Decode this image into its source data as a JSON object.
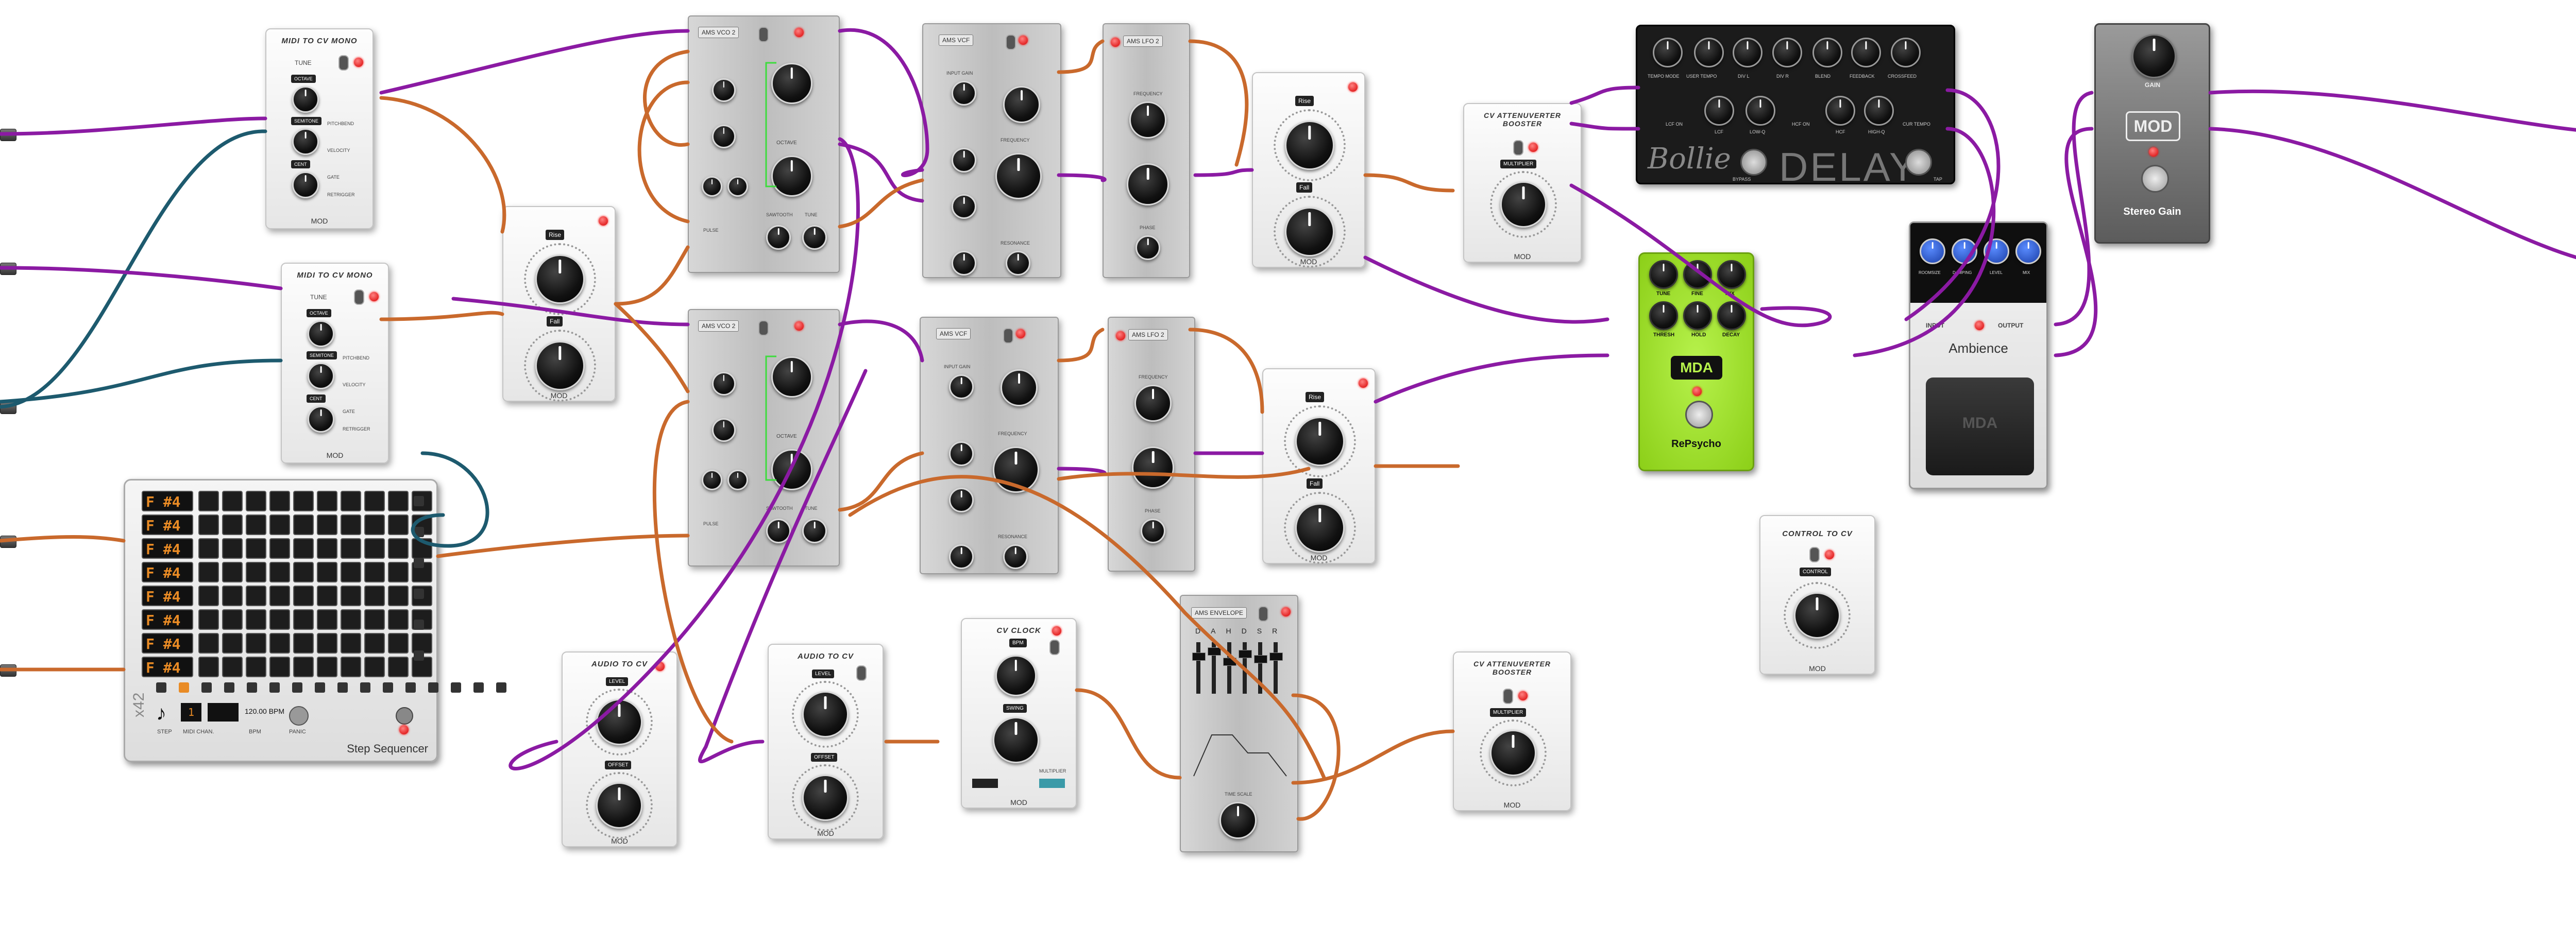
{
  "colors": {
    "cv_cable": "#c9692c",
    "audio_cable": "#8b1aa3",
    "midi_cable": "#1d5a6e",
    "led": "#e00000",
    "seq_display": "#e98b25",
    "repsycho_green": "#9be22a",
    "delay_bg": "#1b1b1b"
  },
  "brand_logo": "MOD",
  "midi_cv_1": {
    "title": "MIDI TO CV MONO",
    "tune_label": "TUNE",
    "labels": [
      "OCTAVE",
      "SEMITONE",
      "CENT",
      "PITCHBEND",
      "VELOCITY",
      "GATE",
      "RETRIGGER"
    ]
  },
  "midi_cv_2": {
    "title": "MIDI TO CV MONO",
    "tune_label": "TUNE",
    "labels": [
      "OCTAVE",
      "SEMITONE",
      "CENT",
      "PITCHBEND",
      "VELOCITY",
      "GATE",
      "RETRIGGER"
    ]
  },
  "slew_1": {
    "rise_label": "Rise",
    "fall_label": "Fall"
  },
  "slew_2": {
    "rise_label": "Rise",
    "fall_label": "Fall"
  },
  "slew_3": {
    "rise_label": "Rise",
    "fall_label": "Fall"
  },
  "vco_1": {
    "title": "AMS VCO 2",
    "labels": [
      "OCTAVE",
      "PULSE",
      "SAWTOOTH",
      "TUNE"
    ]
  },
  "vco_2": {
    "title": "AMS VCO 2",
    "labels": [
      "OCTAVE",
      "PULSE",
      "SAWTOOTH",
      "TUNE"
    ]
  },
  "vcf_1": {
    "title": "AMS VCF",
    "labels": [
      "INPUT GAIN",
      "FREQUENCY",
      "RESONANCE"
    ]
  },
  "vcf_2": {
    "title": "AMS VCF",
    "labels": [
      "INPUT GAIN",
      "FREQUENCY",
      "RESONANCE"
    ]
  },
  "lfo_1": {
    "title": "AMS LFO 2",
    "labels": [
      "FREQUENCY",
      "PHASE"
    ]
  },
  "lfo_2": {
    "title": "AMS LFO 2",
    "labels": [
      "FREQUENCY",
      "PHASE"
    ]
  },
  "cv_atten_1": {
    "title": "CV ATTENUVERTER BOOSTER",
    "label": "MULTIPLIER"
  },
  "cv_atten_2": {
    "title": "CV ATTENUVERTER BOOSTER",
    "label": "MULTIPLIER"
  },
  "delay": {
    "brand": "Bollie",
    "name": "DELAY",
    "knob_labels": [
      "TEMPO MODE",
      "USER TEMPO",
      "DIV L",
      "DIV R",
      "BLEND",
      "FEEDBACK",
      "CROSSFEED",
      "LCF ON",
      "LCF",
      "LOW-Q",
      "HCF ON",
      "HCF",
      "HIGH-Q",
      "CUR TEMPO"
    ],
    "bypass_label": "BYPASS",
    "tap_label": "TAP"
  },
  "gain": {
    "label": "GAIN",
    "logo": "MOD",
    "name": "Stereo Gain"
  },
  "repsycho": {
    "knob_labels": [
      "TUNE",
      "FINE",
      "MIX",
      "THRESH",
      "HOLD",
      "DECAY"
    ],
    "logo": "MDA",
    "name": "RePsycho"
  },
  "ambience": {
    "knob_labels": [
      "ROOMSIZE",
      "DAMPING",
      "LEVEL",
      "MIX"
    ],
    "input_label": "INPUT",
    "output_label": "OUTPUT",
    "name": "Ambience",
    "logo": "MDA"
  },
  "control_cv": {
    "title": "CONTROL TO CV",
    "label": "CONTROL"
  },
  "seq": {
    "logo": "x42",
    "name": "Step Sequencer",
    "notes": [
      "F #4",
      "F #4",
      "F #4",
      "F #4",
      "F #4",
      "F #4",
      "F #4",
      "F #4"
    ],
    "bpm": "120.00 BPM",
    "labels": [
      "STEP",
      "MIDI CHAN.",
      "BPM",
      "PANIC"
    ],
    "step_display": "1"
  },
  "audio_cv_1": {
    "title": "AUDIO TO CV",
    "labels": [
      "LEVEL",
      "OFFSET"
    ]
  },
  "audio_cv_2": {
    "title": "AUDIO TO CV",
    "labels": [
      "LEVEL",
      "OFFSET"
    ]
  },
  "cv_clock": {
    "title": "CV CLOCK",
    "labels": [
      "BPM",
      "SWING",
      "MULTIPLIER"
    ]
  },
  "env": {
    "title": "AMS ENVELOPE",
    "stage_labels": [
      "D",
      "A",
      "H",
      "D",
      "S",
      "R"
    ],
    "label": "TIME SCALE"
  }
}
